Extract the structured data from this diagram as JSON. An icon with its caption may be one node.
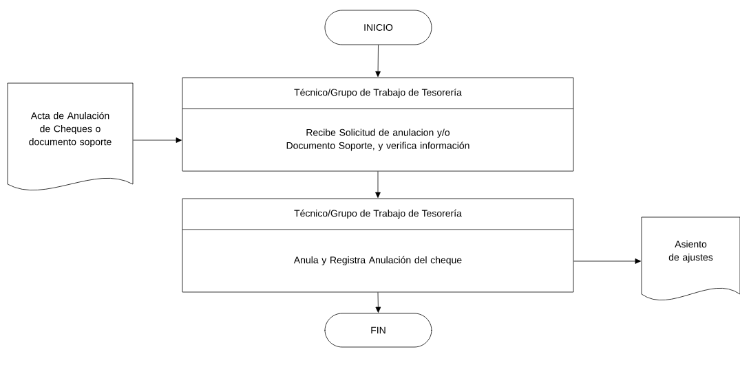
{
  "diagram": {
    "nodes": [
      {
        "text": [
          "INICIO"
        ]
      },
      {
        "text": [
          "Acta de Anulación de Cheques o documento soporte"
        ]
      },
      {
        "text": [
          "Técnico/Grupo de Trabajo  de Tesorería",
          "Recibe Solicitud de anulacion y/o Documento Soporte, y verifica información"
        ]
      },
      {
        "text": [
          "Técnico/Grupo de Trabajo  de Tesorería",
          "Anula y Registra Anulación del cheque"
        ]
      },
      {
        "text": [
          "Asiento de ajustes"
        ]
      },
      {
        "text": [
          "FIN"
        ]
      }
    ],
    "edges": [
      {
        "from": 0,
        "to": 2,
        "arrow": "to"
      },
      {
        "from": 1,
        "to": 2,
        "arrow": "to"
      },
      {
        "from": 2,
        "to": 3,
        "arrow": "to"
      },
      {
        "from": 3,
        "to": 4,
        "arrow": "to"
      },
      {
        "from": 3,
        "to": 5,
        "arrow": "to"
      }
    ]
  }
}
